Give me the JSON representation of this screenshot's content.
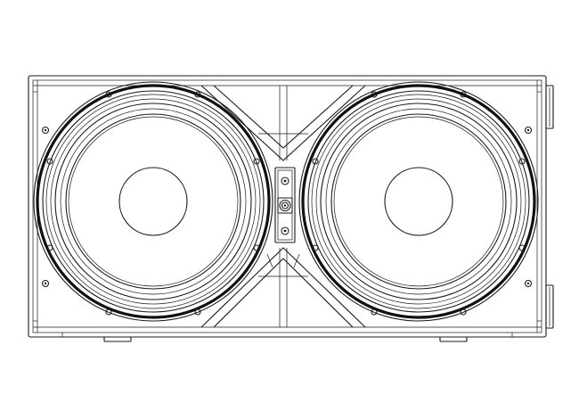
{
  "drawing": {
    "subject": "dual-woofer-subwoofer-cabinet-front-view",
    "line_color": "#1a1a1a",
    "background": "#ffffff",
    "components": {
      "woofer_count": 2,
      "connector_panel_count": 1,
      "corner_mount_count": 8
    }
  }
}
